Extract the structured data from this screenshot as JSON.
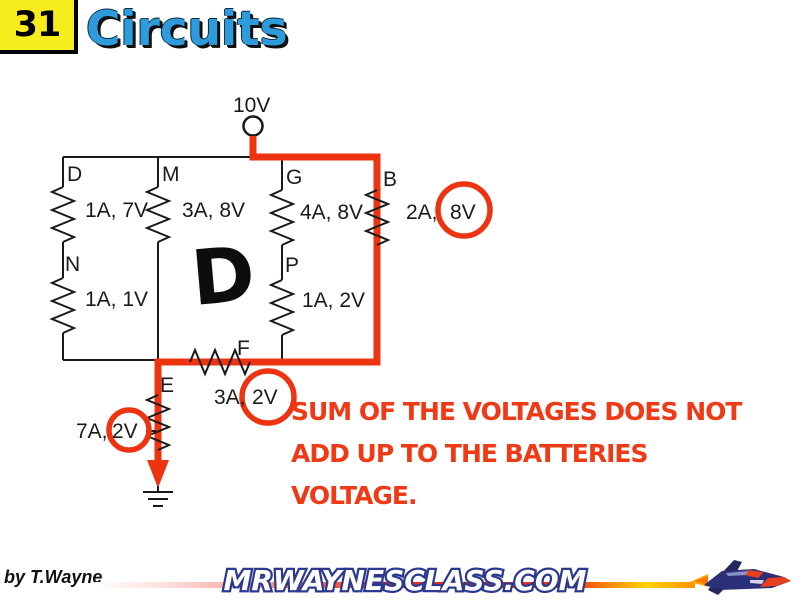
{
  "header": {
    "slide_number": "31",
    "title": "Circuits"
  },
  "circuit": {
    "battery": "10V",
    "labels": {
      "d": "D",
      "m": "M",
      "g": "G",
      "b": "B",
      "n": "N",
      "p": "P",
      "f": "F",
      "e": "E"
    },
    "values": {
      "d": "1A, 7V",
      "m": "3A, 8V",
      "g": "4A, 8V",
      "b_current": "2A,",
      "b_voltage": "8V",
      "n": "1A, 1V",
      "p": "1A, 2V",
      "f_current": "3A,",
      "f_voltage": "2V",
      "e_current": "7A,",
      "e_voltage": "2V"
    },
    "center_label": "D"
  },
  "annotation": {
    "line1": "Sum of the voltages does not",
    "line2": "add up to the batteries",
    "line3": "voltage."
  },
  "footer": {
    "byline": "by T.Wayne",
    "site": "MRWAYNESCLASS.COM"
  },
  "colors": {
    "accent_red": "#ee3311",
    "title_blue": "#2e9bdd",
    "slide_yellow": "#f7ec1c",
    "banner_navy": "#2b3990"
  }
}
